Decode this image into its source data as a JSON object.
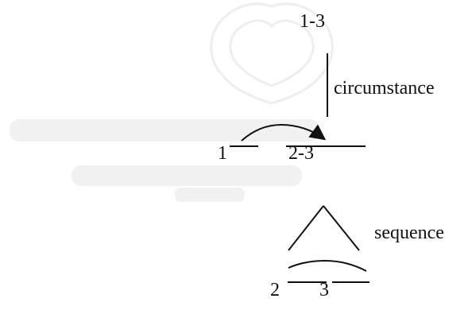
{
  "diagram": {
    "nodes": {
      "root": "1-3",
      "left": "1",
      "right": "2-3",
      "bottom_left": "2",
      "bottom_right": "3"
    },
    "relations": {
      "top": "circumstance",
      "bottom": "sequence"
    }
  }
}
